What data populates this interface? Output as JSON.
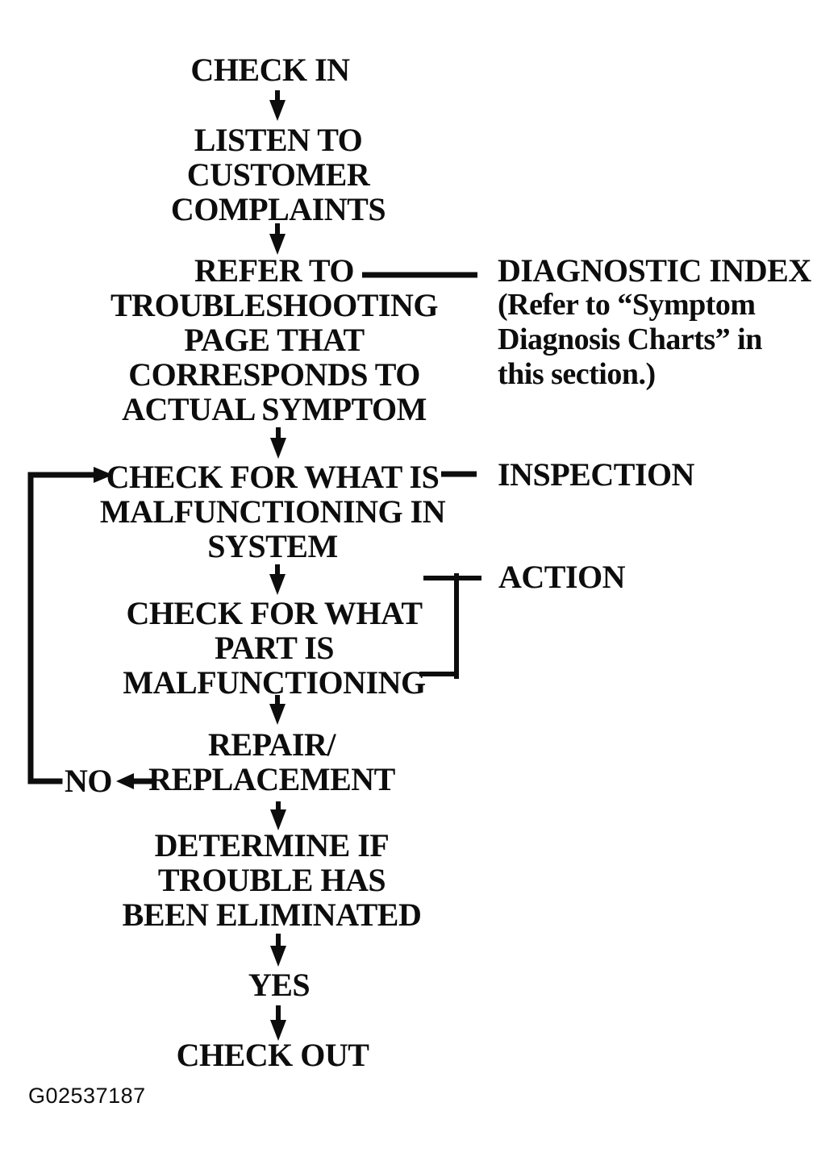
{
  "figure_id": "G02537187",
  "colors": {
    "background": "#ffffff",
    "ink": "#0d0d0d"
  },
  "flow_nodes": {
    "check_in": "CHECK IN",
    "listen": "LISTEN TO\nCUSTOMER\nCOMPLAINTS",
    "refer": "REFER TO\nTROUBLESHOOTING\nPAGE THAT\nCORRESPONDS TO\nACTUAL SYMPTOM",
    "check_system": "CHECK FOR WHAT IS\nMALFUNCTIONING IN\nSYSTEM",
    "check_part": "CHECK FOR WHAT\nPART IS\nMALFUNCTIONING",
    "repair": "REPAIR/\nREPLACEMENT",
    "determine": "DETERMINE IF\nTROUBLE HAS\nBEEN ELIMINATED",
    "yes_label": "YES",
    "check_out": "CHECK OUT",
    "no_label": "NO"
  },
  "side_labels": {
    "diagnostic_index": {
      "title": "DIAGNOSTIC INDEX",
      "note": "(Refer to “Symptom\nDiagnosis Charts” in\nthis section.)"
    },
    "inspection": "INSPECTION",
    "action": "ACTION"
  },
  "flow_edges": [
    {
      "from": "check_in",
      "to": "listen",
      "type": "arrow-down"
    },
    {
      "from": "listen",
      "to": "refer",
      "type": "arrow-down"
    },
    {
      "from": "refer",
      "to": "check_system",
      "type": "arrow-down"
    },
    {
      "from": "check_system",
      "to": "check_part",
      "type": "arrow-down"
    },
    {
      "from": "check_part",
      "to": "repair",
      "type": "arrow-down"
    },
    {
      "from": "repair",
      "to": "determine",
      "type": "arrow-down"
    },
    {
      "from": "determine",
      "to": "yes_label",
      "type": "arrow-down"
    },
    {
      "from": "yes_label",
      "to": "check_out",
      "type": "arrow-down"
    },
    {
      "from": "repair",
      "to": "no_label",
      "type": "arrow-left"
    },
    {
      "from": "no_label",
      "to": "check_system",
      "type": "loop-up-right-arrow"
    },
    {
      "from": "refer",
      "to": "diagnostic_index",
      "type": "reference-line"
    },
    {
      "from": "check_system",
      "to": "inspection",
      "type": "reference-line"
    },
    {
      "from": "check_part",
      "to": "action",
      "type": "bracket"
    }
  ]
}
